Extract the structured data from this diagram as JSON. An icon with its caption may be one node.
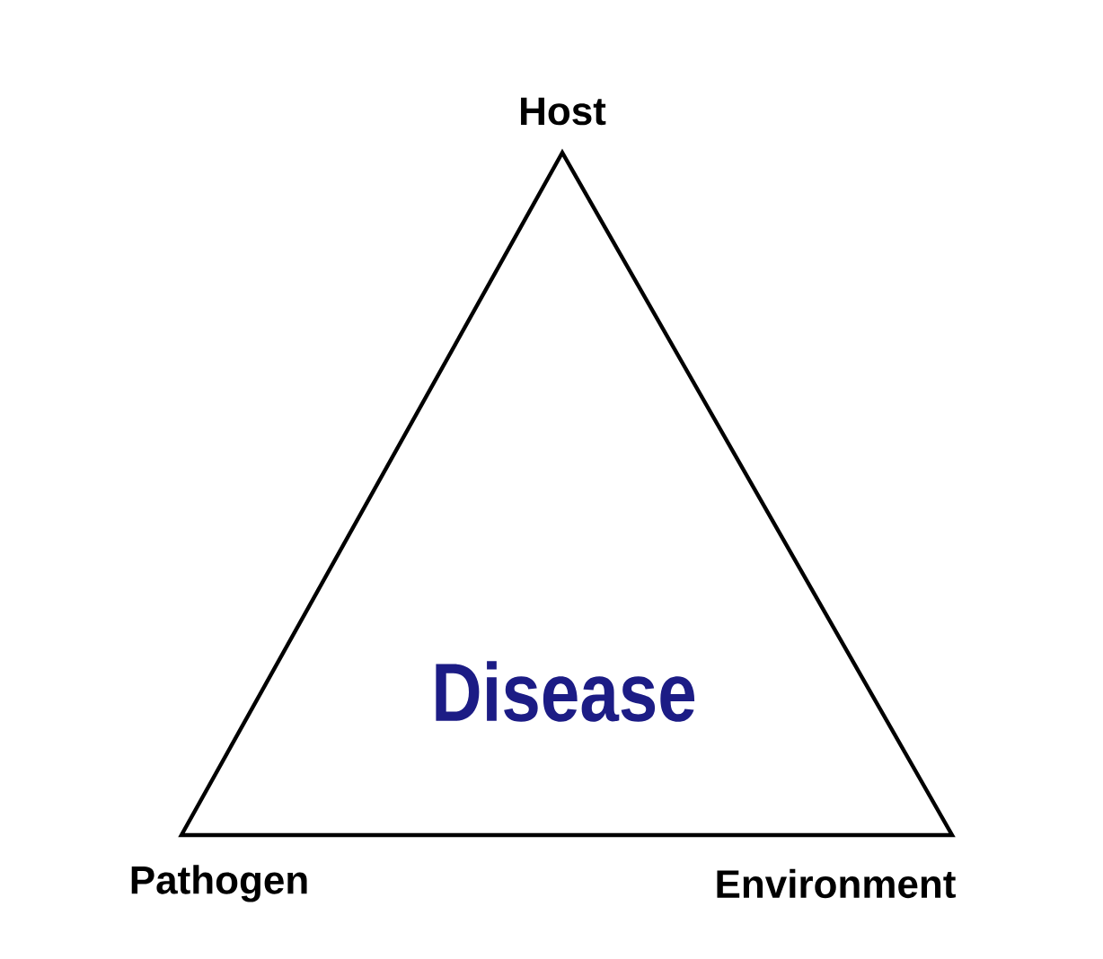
{
  "diagram": {
    "nodes": [
      {
        "text": [
          "Disease"
        ]
      }
    ],
    "labels": [
      "Host",
      "Pathogen",
      "Environment"
    ]
  }
}
